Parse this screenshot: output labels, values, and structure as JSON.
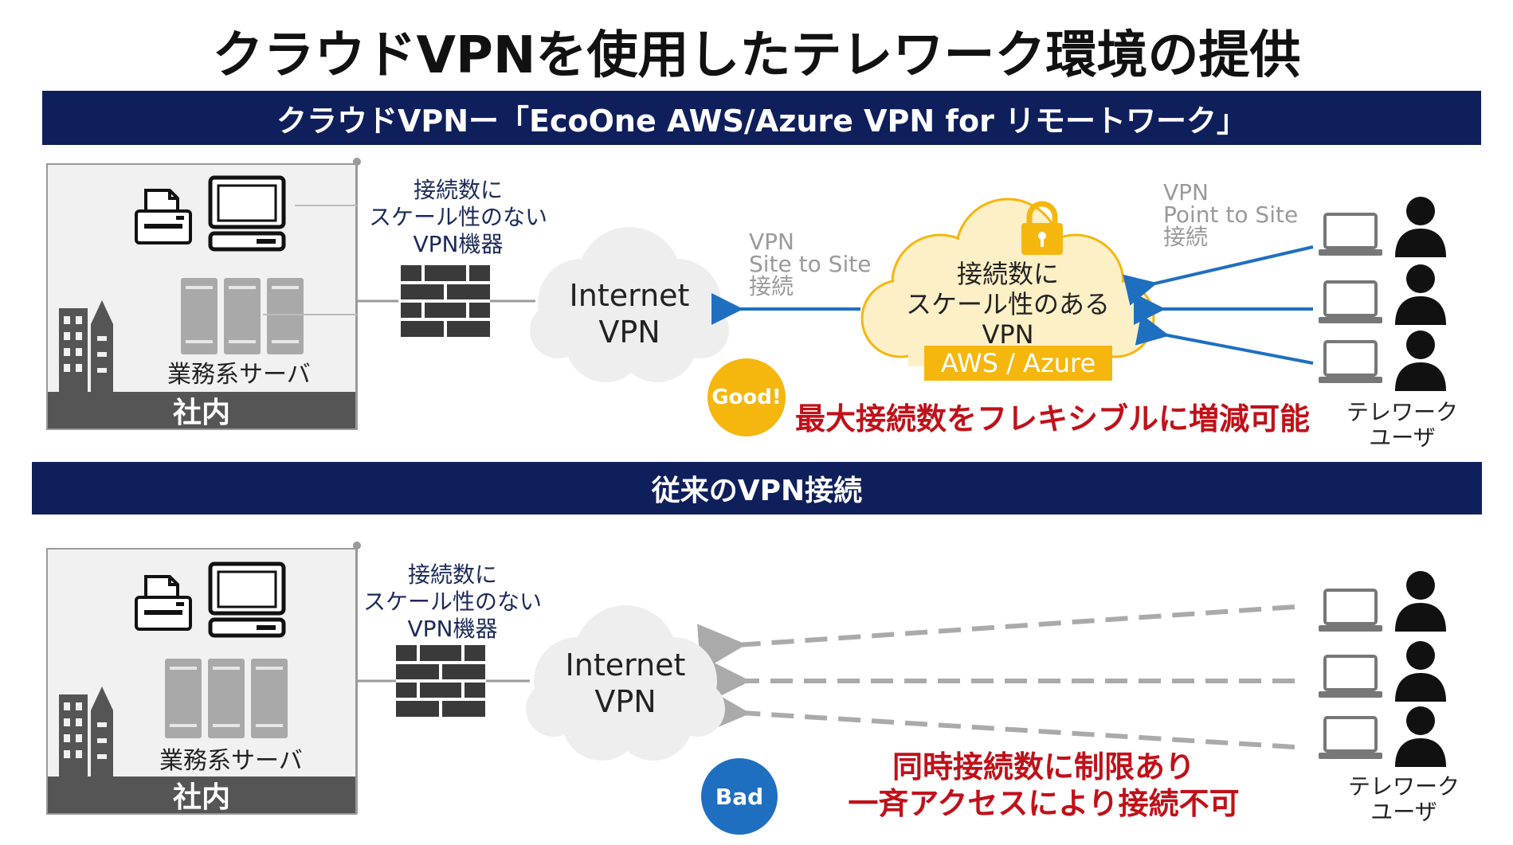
{
  "title": "クラウドVPNを使用したテレワーク環境の提供",
  "top_section": {
    "banner": "クラウドVPNー「EcoOne AWS/Azure VPN for リモートワーク」",
    "office_label": "社内",
    "server_label": "業務系サーバ",
    "device_note": [
      "接続数に",
      "スケール性のない",
      "VPN機器"
    ],
    "internet_cloud": [
      "Internet",
      "VPN"
    ],
    "site_to_site": [
      "VPN",
      "Site to Site",
      "接続"
    ],
    "cloud_vpn": [
      "接続数に",
      "スケール性のある",
      "VPN"
    ],
    "cloud_badge": "AWS / Azure",
    "point_to_site": [
      "VPN",
      "Point to Site",
      "接続"
    ],
    "good_badge": "Good!",
    "good_text": "最大接続数をフレキシブルに増減可能",
    "user_label": [
      "テレワーク",
      "ユーザ"
    ]
  },
  "bottom_section": {
    "banner": "従来のVPN接続",
    "office_label": "社内",
    "server_label": "業務系サーバ",
    "device_note": [
      "接続数に",
      "スケール性のない",
      "VPN機器"
    ],
    "internet_cloud": [
      "Internet",
      "VPN"
    ],
    "bad_badge": "Bad",
    "bad_text": [
      "同時接続数に制限あり",
      "一斉アクセスにより接続不可"
    ],
    "user_label": [
      "テレワーク",
      "ユーザ"
    ]
  },
  "colors": {
    "navy": "#0f1f5c",
    "arrow_blue": "#1f6fc1",
    "gold": "#f5b60e",
    "red": "#c0111a",
    "cloud_yellow": "#fdf0c6"
  }
}
